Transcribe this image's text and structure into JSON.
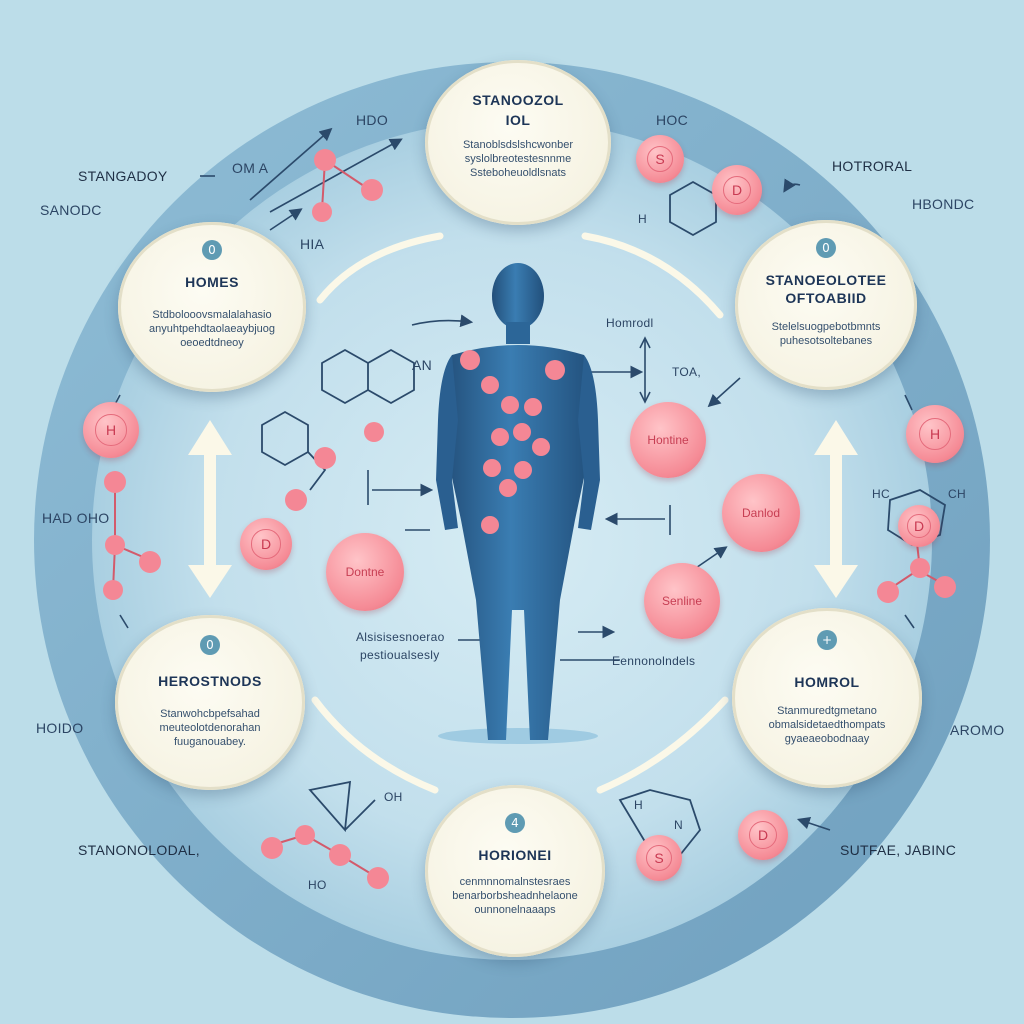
{
  "nodes": {
    "top": {
      "title_line1": "STANOOZOL",
      "title_line2": "IOL",
      "desc": [
        "Stanoblsdslshcwonber",
        "syslolbreotestesnnme",
        "Ssteboheuoldlsnats"
      ]
    },
    "upper_left": {
      "badge": "0",
      "title": "HOMES",
      "desc": [
        "Stdbolooovsmalalahasio",
        "anyuhtpehdtaolaeaybjuog",
        "oeoedtdneoy"
      ]
    },
    "upper_right": {
      "badge": "0",
      "title_line1": "STANOEOLOTEE",
      "title_line2": "OFTOABIID",
      "desc": [
        "Stelelsuogpebotbmnts",
        "puhesotsoltebanes"
      ]
    },
    "lower_left": {
      "badge": "0",
      "title": "HEROSTNODS",
      "desc": [
        "Stanwohcbpefsahad",
        "meuteolotdenorahan",
        "fuuganouabey."
      ]
    },
    "lower_right": {
      "badge": "+",
      "title": "HOMROL",
      "desc": [
        "Stanmuredtgmetano",
        "obmalsidetaedthompats",
        "gyaeaeobodnaay"
      ]
    },
    "bottom": {
      "badge": "4",
      "title": "HORIONEI",
      "desc": [
        "cenmnnomalnstesraes",
        "benarborbsheadnhelaone",
        "ounnonelnaaaps"
      ]
    }
  },
  "labels": {
    "stangadoy": "STANGADOY",
    "sanodc": "SANODC",
    "om_a": "OM A",
    "hdo": "HDO",
    "hia": "HIA",
    "hoc_top": "HOC",
    "hotroral": "HOTRORAL",
    "hbondc": "HBONDC",
    "homrodl": "Homrodl",
    "toa": "TOA,",
    "an": "AN",
    "had_oho": "HAD OHO",
    "h_top_right": "H",
    "hoido": "HOIDO",
    "aromo": "AROMO",
    "stanonolodal": "STANONOLODAL,",
    "sutfae_jabinc": "SUTFAE, JABINC",
    "ho_bottom": "HO",
    "oh_bottom": "OH",
    "hc_right": "HC",
    "ch_right": "CH",
    "h_ring": "H",
    "n_ring": "N",
    "alsis": "Alsisisesnoerao",
    "pestio": "pestioualsesly",
    "eennonolndels": "Eennonolndels"
  },
  "pills": {
    "h_left": "H",
    "d_left": "D",
    "h_right": "H",
    "s_top": "S",
    "d_top": "D",
    "s_bottom": "S",
    "d_bottom": "D",
    "d_struct": "D",
    "pill_center_left": "Dontne",
    "pill_center_right1": "Hontine",
    "pill_center_right2": "Danlod",
    "pill_center_right3": "Senline"
  },
  "colors": {
    "background": "#bcdde9",
    "ring": "#8fbcd4",
    "figure": "#2f6a9d",
    "pill": "#f58a95",
    "node": "#f6f3e3"
  }
}
